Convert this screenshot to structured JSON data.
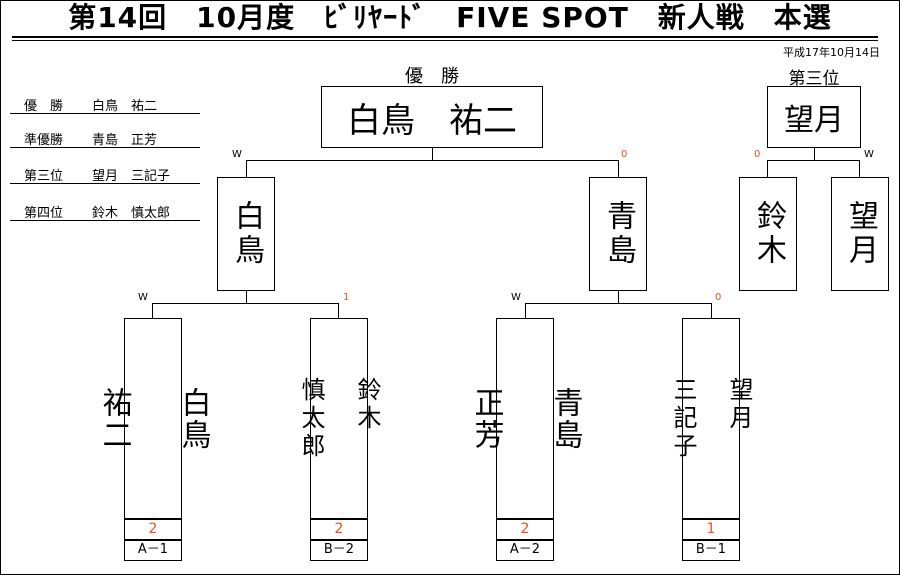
{
  "title": "第14回　10月度　ﾋﾞﾘﾔｰﾄﾞ　FIVE SPOT　新人戦　本選",
  "date": "平成17年10月14日",
  "results": [
    {
      "label": "優　勝",
      "name": "白鳥　祐二"
    },
    {
      "label": "準優勝",
      "name": "青島　正芳"
    },
    {
      "label": "第三位",
      "name": "望月　三記子"
    },
    {
      "label": "第四位",
      "name": "鈴木　慎太郎"
    }
  ],
  "final": {
    "caption": "優　勝",
    "champion": "白鳥　祐二",
    "left_mark": "W",
    "right_mark": "0"
  },
  "semis": {
    "left": "白鳥",
    "right": "青島"
  },
  "third_place": {
    "caption": "第三位",
    "winner": "望月",
    "players": [
      "鈴木",
      "望月"
    ],
    "left_mark": "0",
    "right_mark": "W"
  },
  "first_round": [
    {
      "name": "白鳥\n\n祐二",
      "score": "2",
      "seed": "A－1"
    },
    {
      "name": "鈴木\n\n慎太郎",
      "score": "2",
      "seed": "B－2"
    },
    {
      "name": "青島\n\n正芳",
      "score": "2",
      "seed": "A－2"
    },
    {
      "name": "望月\n\n三記子",
      "score": "1",
      "seed": "B－1"
    }
  ],
  "semi_marks": [
    {
      "left": "W",
      "right": "1"
    },
    {
      "left": "W",
      "right": "0"
    }
  ],
  "colors": {
    "score": "#e8501a",
    "line": "#000000",
    "background": "#ffffff"
  }
}
